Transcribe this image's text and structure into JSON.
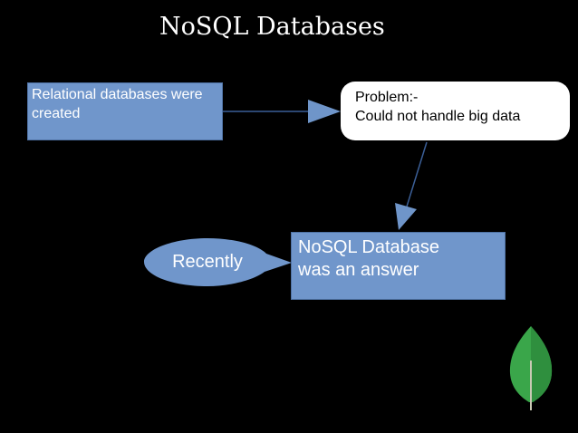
{
  "slide": {
    "title": "NoSQL Databases"
  },
  "diagram": {
    "relational_box": {
      "line1": "Relational databases were",
      "line2": "created"
    },
    "problem_box": {
      "line1": "Problem:-",
      "line2": "Could not handle big data"
    },
    "nosql_box": {
      "line1": "NoSQL Database",
      "line2": "was an answer"
    },
    "callout": {
      "text": "Recently"
    }
  },
  "colors": {
    "background": "#000000",
    "box_fill": "#7096cb",
    "box_border": "#4f72a4",
    "connector": "#3b5f97",
    "arrowhead": "#6f95c9",
    "leaf_green": "#3aa64a",
    "leaf_stem": "#c9c9b4"
  },
  "icons": {
    "logo": "green-leaf-icon"
  }
}
